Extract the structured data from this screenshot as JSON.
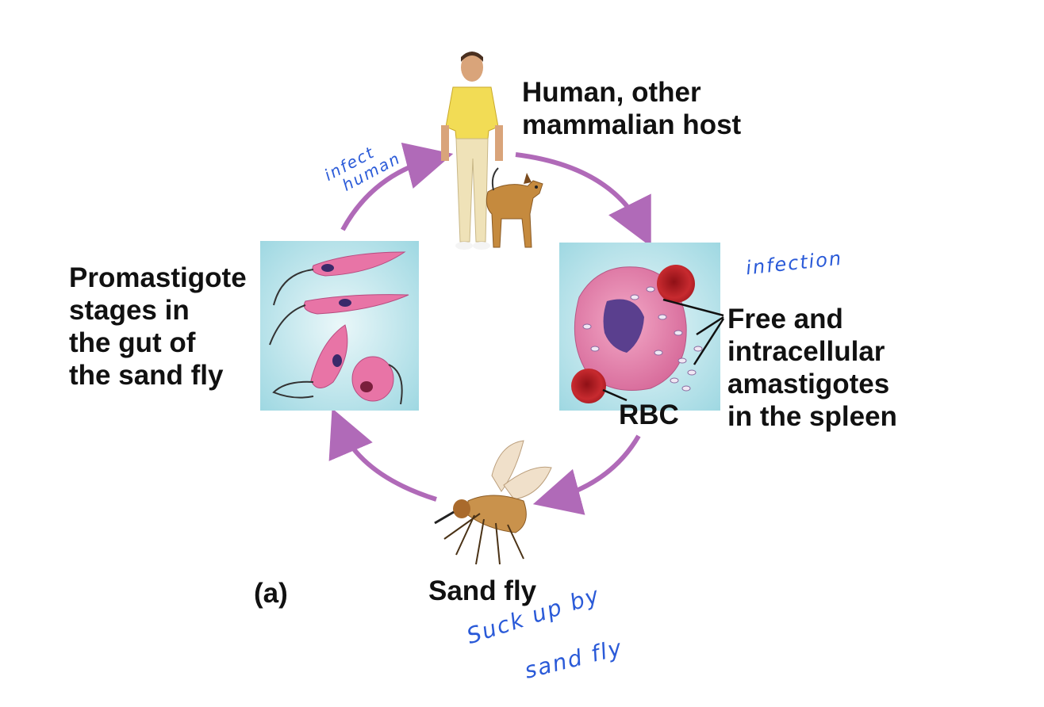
{
  "labels": {
    "host_line1": "Human, other",
    "host_line2": "mammalian host",
    "promastigote_line1": "Promastigote",
    "promastigote_line2": "stages in",
    "promastigote_line3": "the gut of",
    "promastigote_line4": "the sand fly",
    "amastigote_line1": "Free and",
    "amastigote_line2": "intracellular",
    "amastigote_line3": "amastigotes",
    "amastigote_line4": "in the spleen",
    "rbc": "RBC",
    "sand_fly": "Sand fly",
    "panel": "(a)"
  },
  "handwritten": {
    "infect_line1": "infect",
    "infect_line2": "human",
    "infection": "infection",
    "suck_line1": "Suck up by",
    "suck_line2": "sand fly"
  },
  "colors": {
    "arrow": "#b06ab8",
    "box_bg": "#a9dde6",
    "parasite": "#e76aa2",
    "nucleus": "#3a2a6a",
    "rbc": "#c0202a",
    "handwriting": "#2a5ad8"
  }
}
